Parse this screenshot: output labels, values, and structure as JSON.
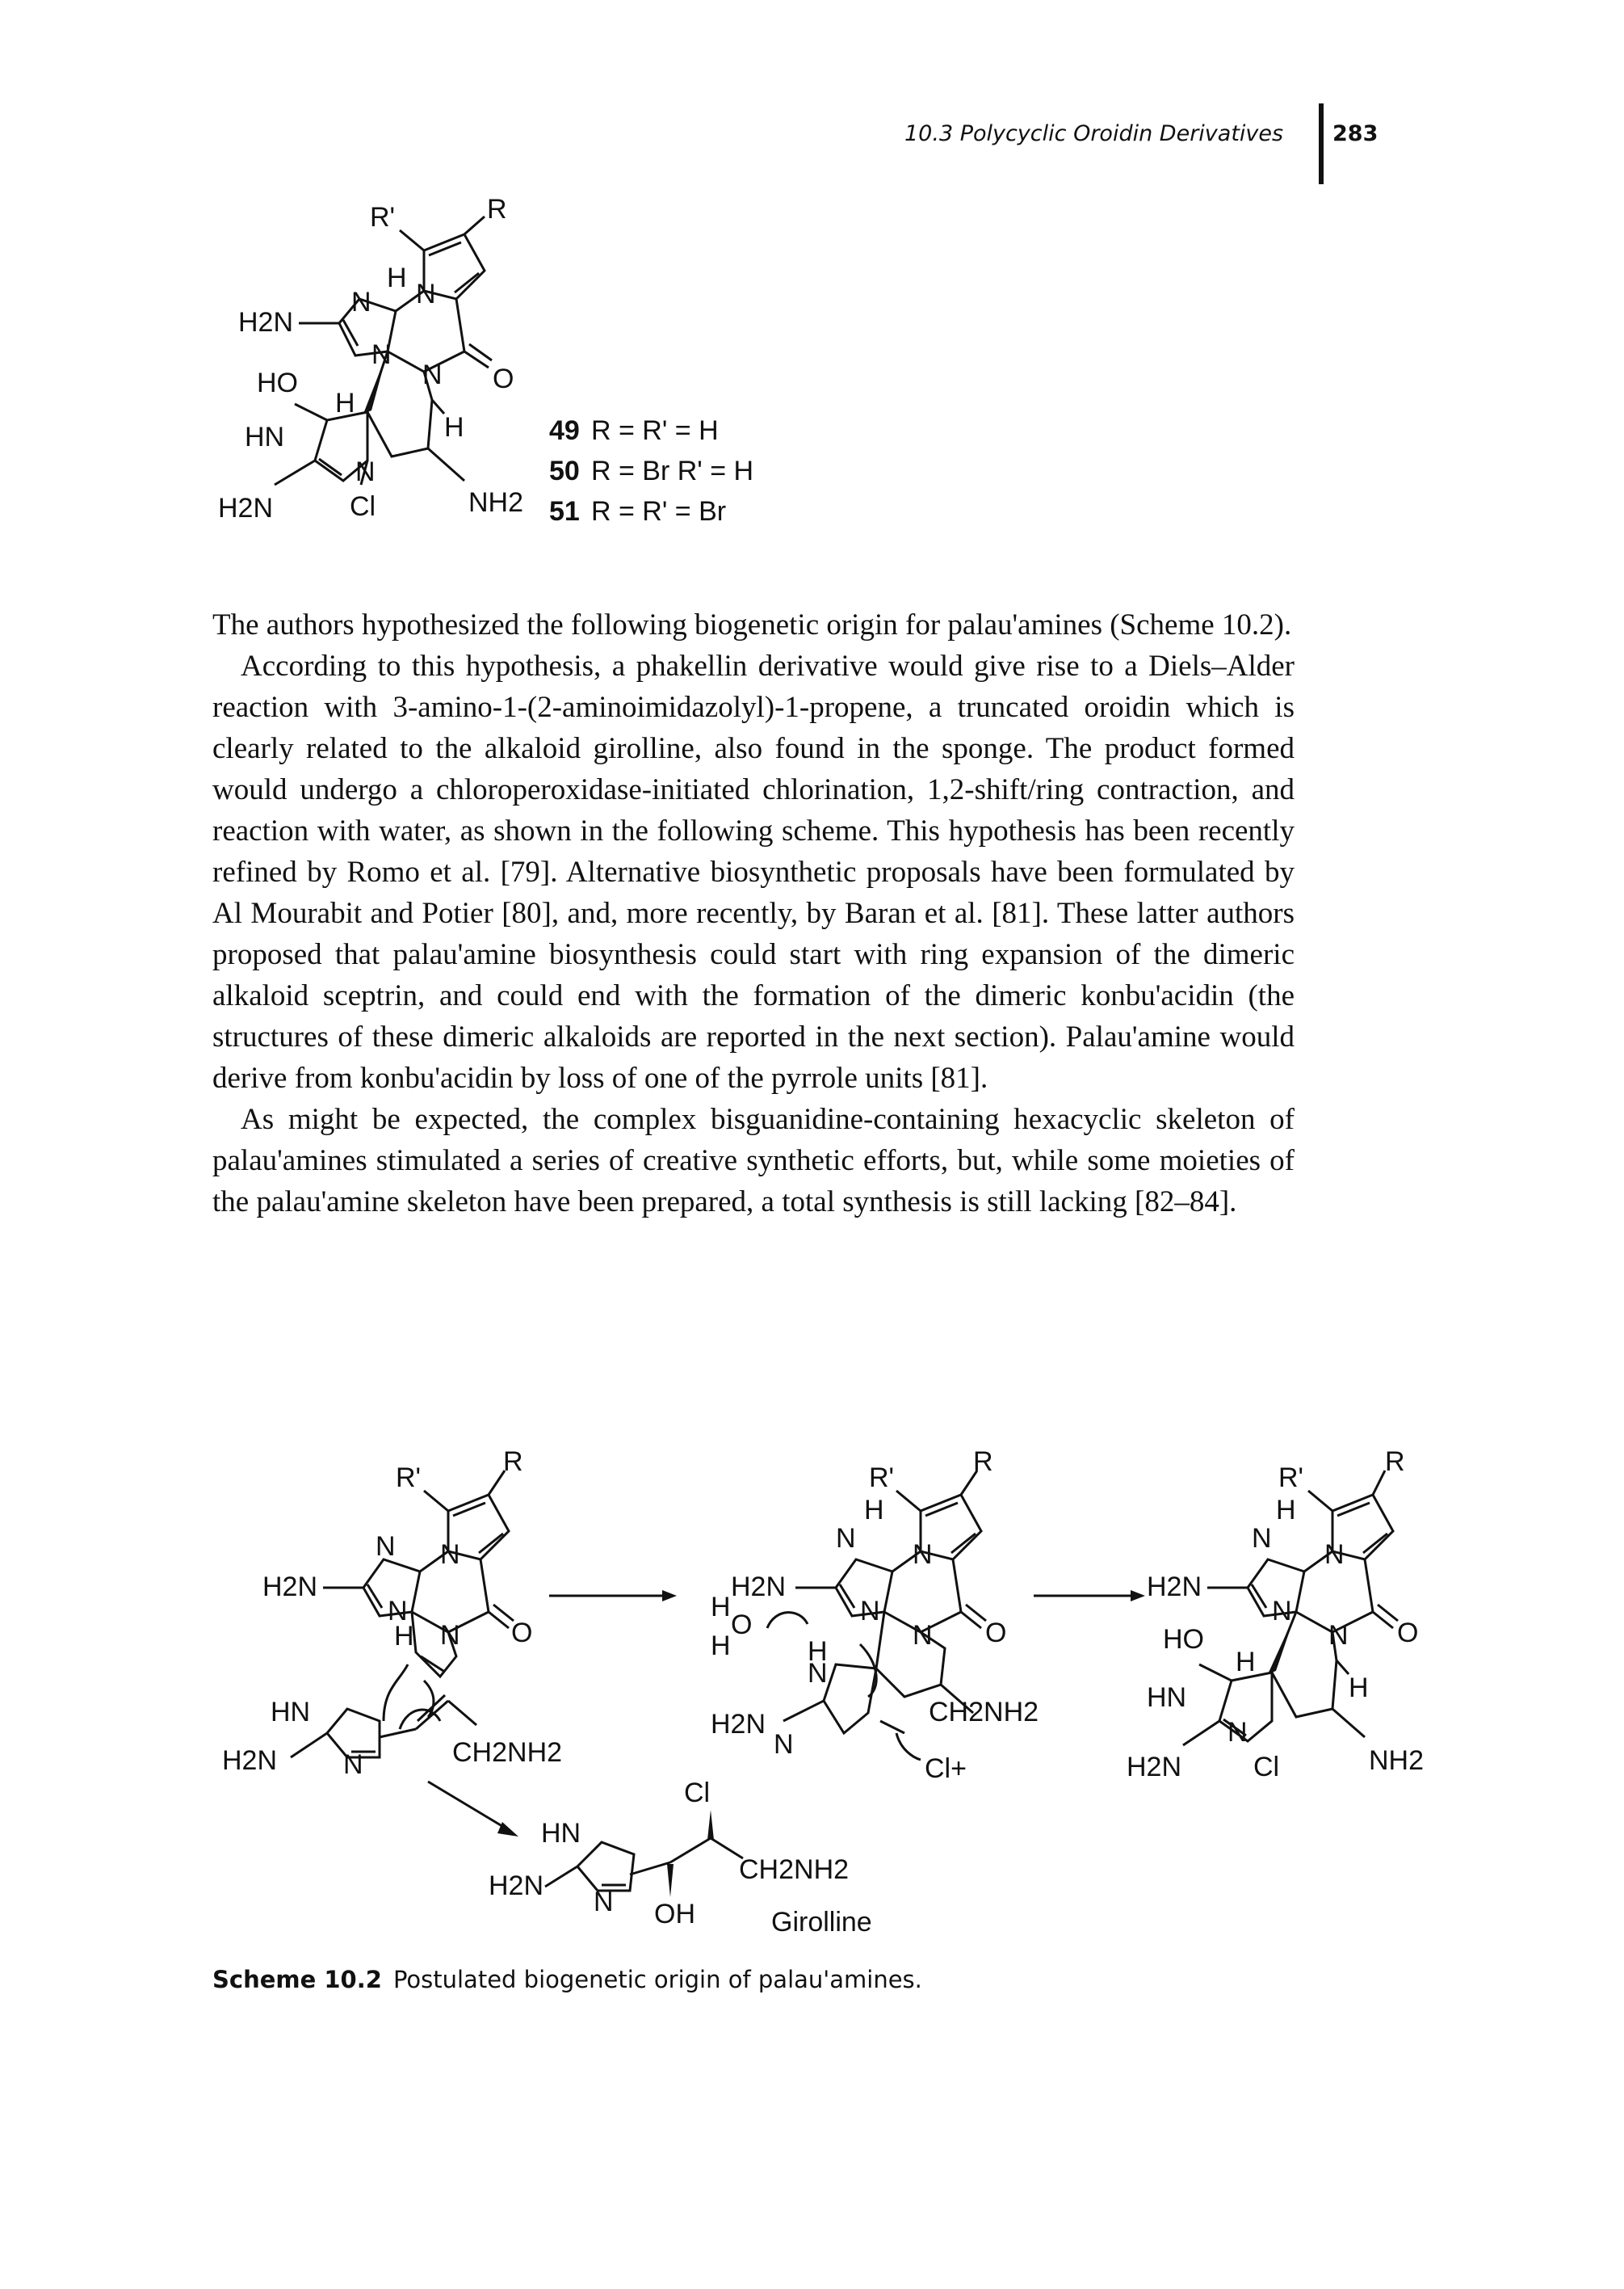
{
  "header": {
    "running_title": "10.3 Polycyclic Oroidin Derivatives",
    "page_number": "283"
  },
  "top_structure": {
    "labels": {
      "r_prime": "R'",
      "r": "R",
      "h": "H",
      "n": "N",
      "h2n": "H2N",
      "ho": "HO",
      "hn": "HN",
      "o": "O",
      "cl": "Cl",
      "nh2": "NH2"
    },
    "compounds": [
      {
        "num": "49",
        "desc": "R = R' = H"
      },
      {
        "num": "50",
        "desc": "R = Br  R' = H"
      },
      {
        "num": "51",
        "desc": "R = R' = Br"
      }
    ]
  },
  "paragraphs": [
    "The authors hypothesized the following biogenetic origin for palau'amines (Scheme 10.2).",
    "According to this hypothesis, a phakellin derivative would give rise to a Diels–Alder reaction with 3-amino-1-(2-aminoimidazolyl)-1-propene, a truncated oroidin which is clearly related to the alkaloid girolline, also found in the sponge. The product formed would undergo a chloroperoxidase-initiated chlorination, 1,2-shift/ring contraction, and reaction with water, as shown in the following scheme. This hypothesis has been recently refined by Romo et al. [79]. Alternative biosynthetic proposals have been formulated by Al Mourabit and Potier [80], and, more recently, by Baran et al. [81]. These latter authors proposed that palau'amine biosynthesis could start with ring expansion of the dimeric alkaloid sceptrin, and could end with the formation of the dimeric konbu'acidin (the structures of these dimeric alkaloids are reported in the next section). Palau'amine would derive from konbu'acidin by loss of one of the pyrrole units [81].",
    "As might be expected, the complex bisguanidine-containing hexacyclic skeleton of palau'amines stimulated a series of creative synthetic efforts, but, while some moieties of the palau'amine skeleton have been prepared, a total synthesis is still lacking [82–84]."
  ],
  "scheme": {
    "labels": {
      "r_prime": "R'",
      "r": "R",
      "h2n": "H2N",
      "n": "N",
      "h": "H",
      "o": "O",
      "hn": "HN",
      "ch2nh2": "CH2NH2",
      "cl_plus": "Cl+",
      "cl": "Cl",
      "oh": "OH",
      "ho": "HO",
      "nh2": "NH2"
    },
    "girolline_label": "Girolline",
    "caption_label": "Scheme 10.2",
    "caption_text": "Postulated biogenetic origin of palau'amines."
  }
}
